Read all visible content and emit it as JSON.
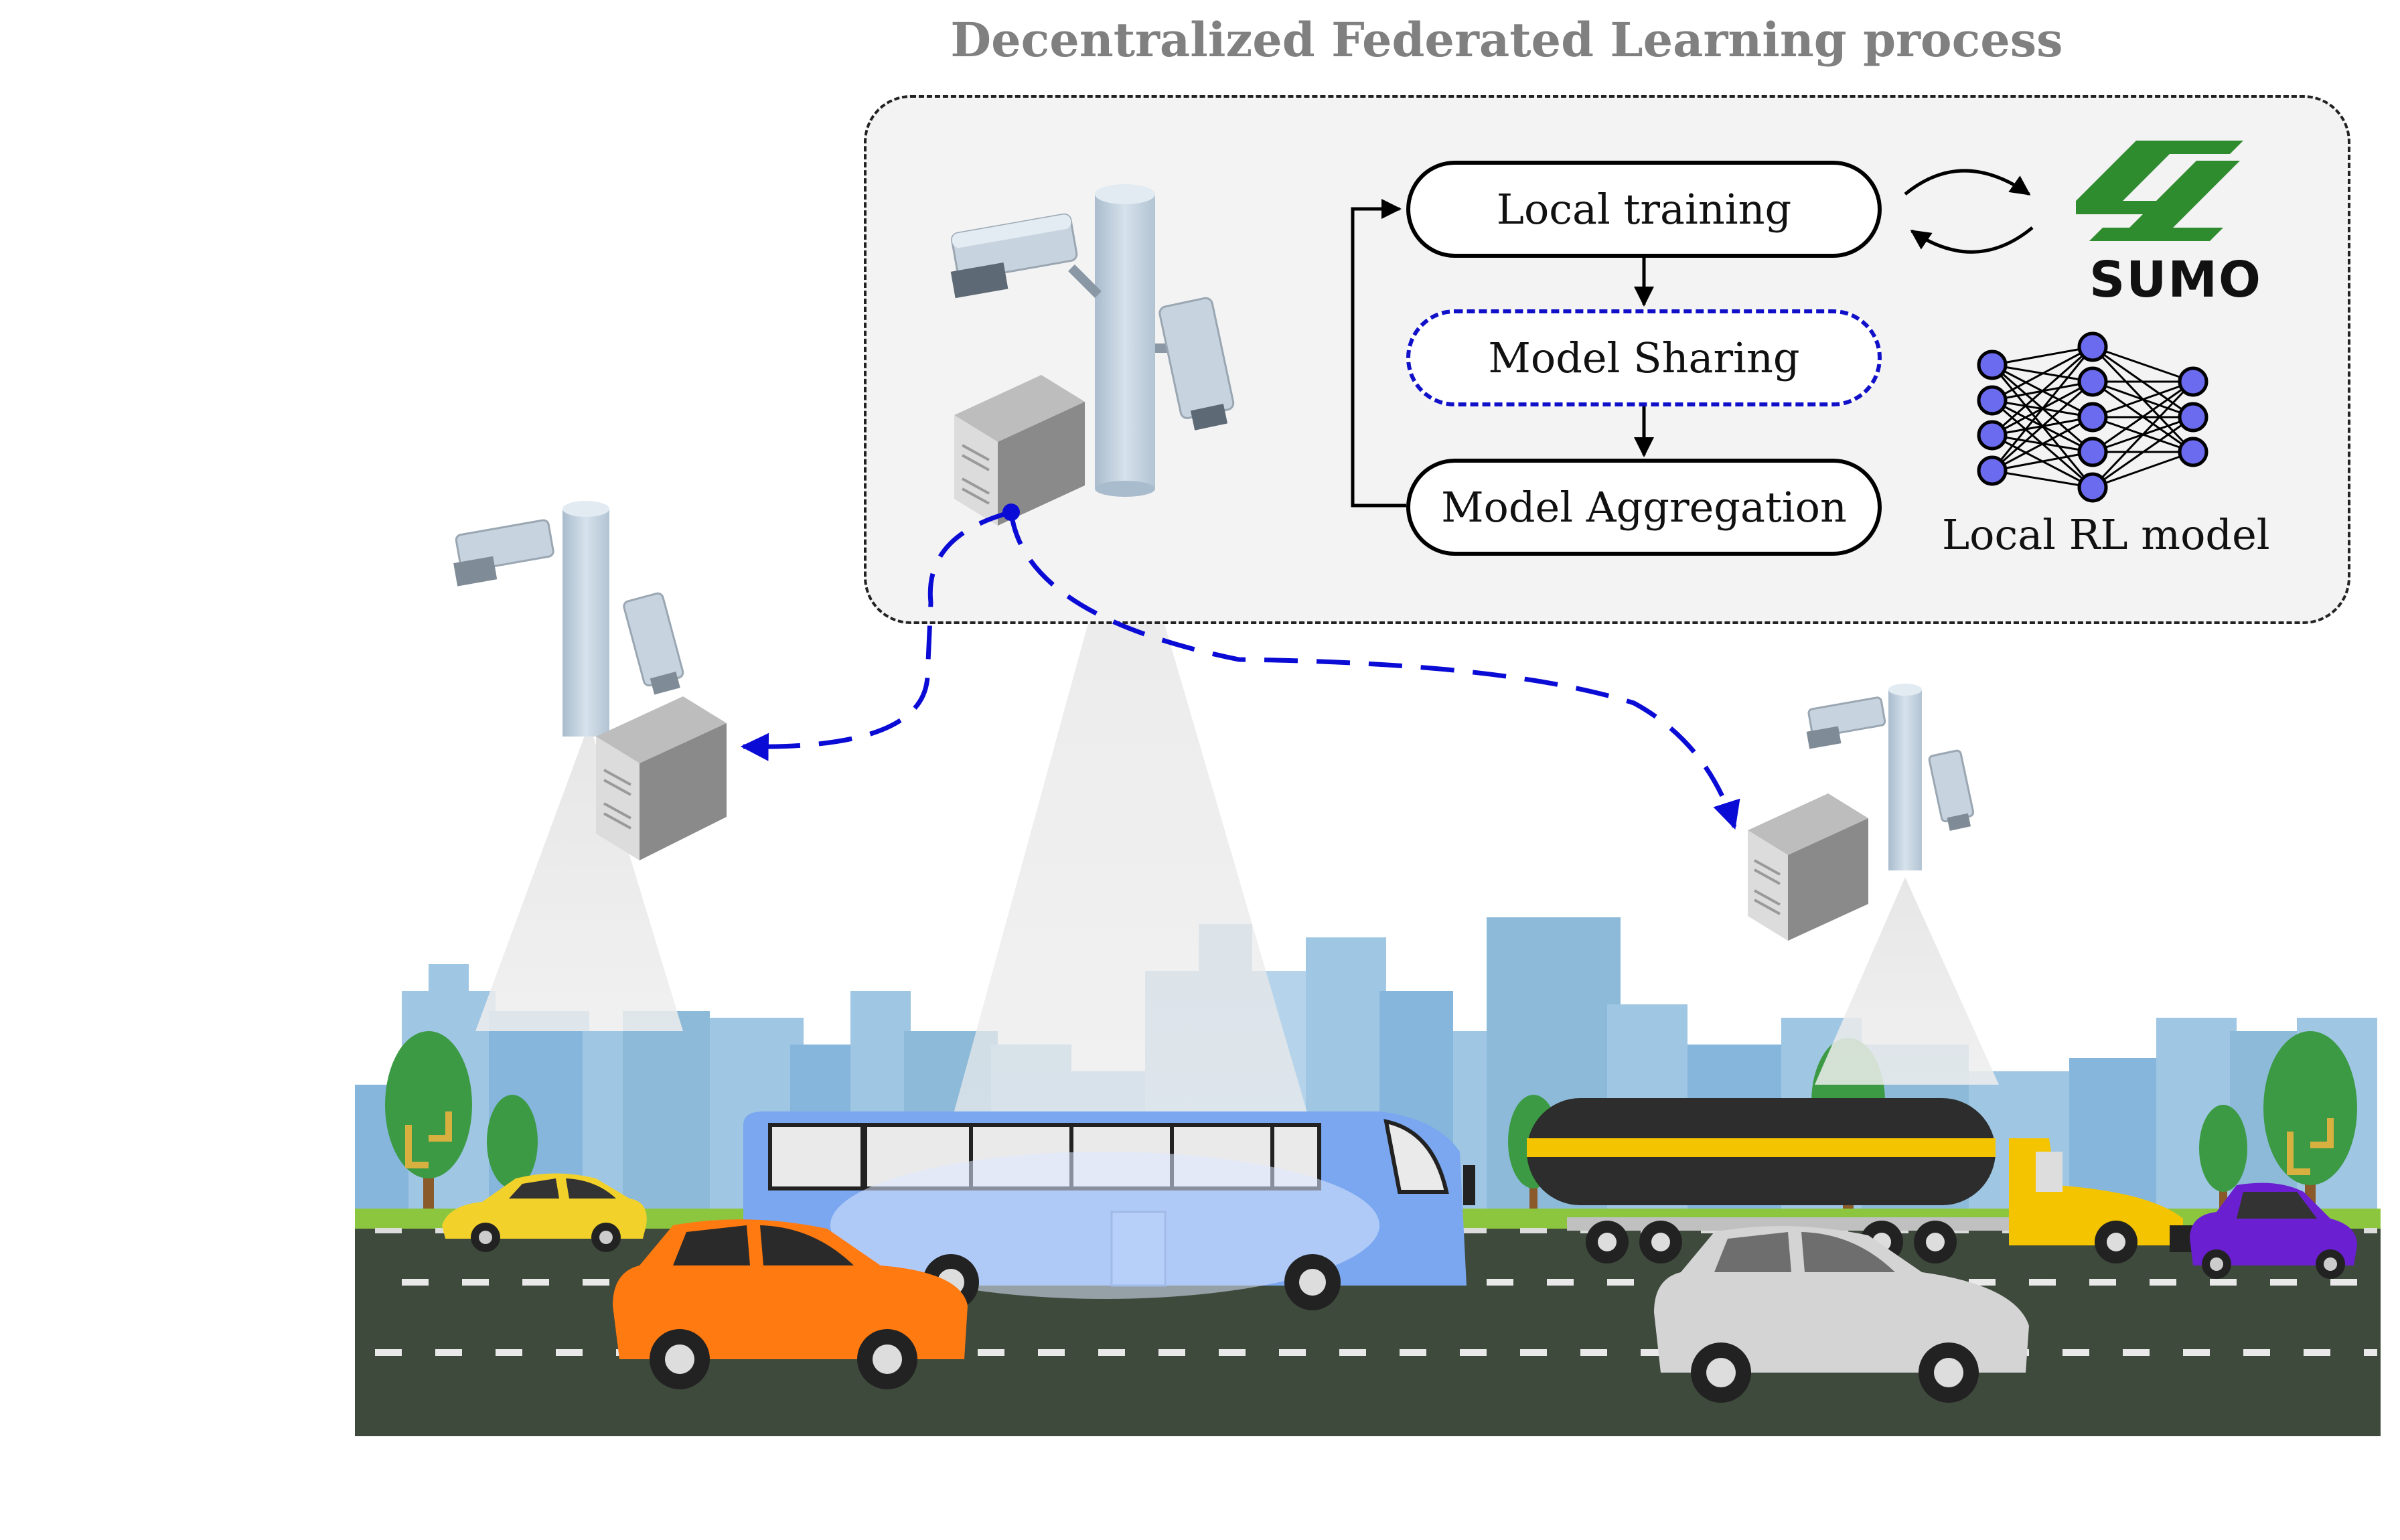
{
  "title": "Decentralized Federated Learning process",
  "process": {
    "local_training": "Local training",
    "model_sharing": "Model Sharing",
    "model_aggregation": "Model Aggregation"
  },
  "sumo_logo_text": "SUMO",
  "rl_model_label": "Local RL model",
  "colors": {
    "title": "#808080",
    "panel_bg": "#f3f3f3",
    "sharing_border": "#1010c8",
    "arrow_blue": "#0b0bd6",
    "sumo_green": "#2e8b2e",
    "neuron": "#6b6bf0",
    "road": "#3e4a3c",
    "grass": "#8cc63f",
    "skyline": "#9fc6e3"
  }
}
